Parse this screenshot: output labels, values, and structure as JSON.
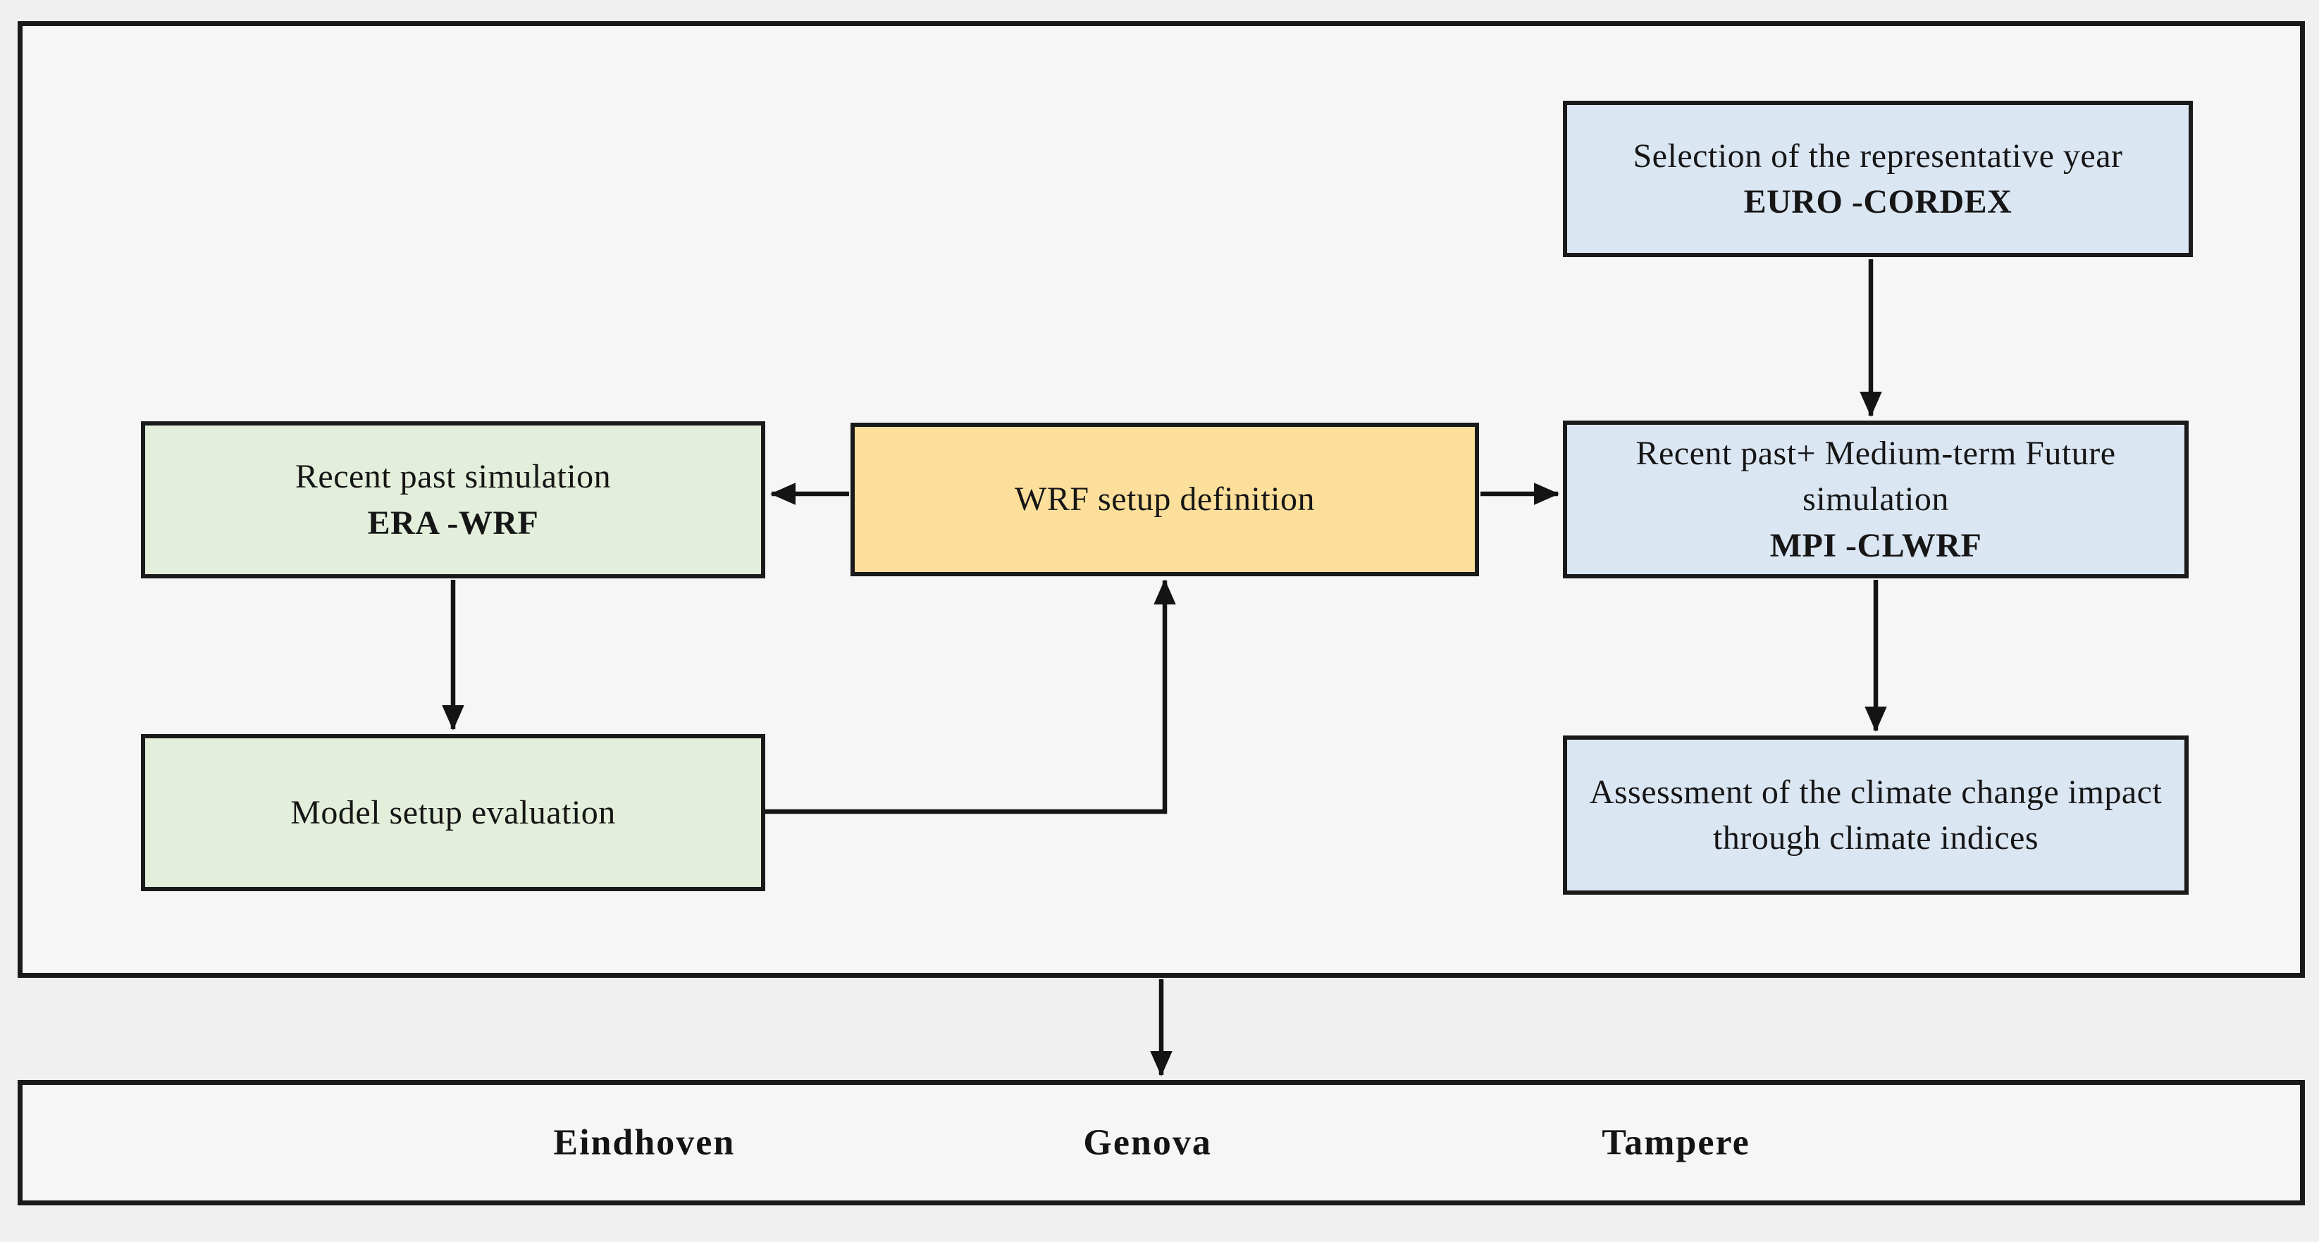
{
  "figure": {
    "type": "flowchart",
    "boxes": {
      "selection_year": {
        "text": "Selection of the representative year",
        "model": "EURO -CORDEX"
      },
      "recent_past_sim": {
        "text": "Recent past simulation",
        "model": "ERA -WRF"
      },
      "wrf_setup": {
        "text": "WRF setup definition"
      },
      "future_sim": {
        "text": "Recent past+ Medium-term Future simulation",
        "model": "MPI -CLWRF"
      },
      "model_eval": {
        "text": "Model setup evaluation"
      },
      "assessment": {
        "text": "Assessment of the climate change impact through climate indices"
      }
    },
    "cities": [
      "Eindhoven",
      "Genova",
      "Tampere"
    ],
    "colors": {
      "box_blue": "#dbe6f3",
      "box_green": "#e3efdb",
      "box_yellow": "#fbdf9a",
      "line": "#141414",
      "panel_fill": "#f6f6f6"
    }
  }
}
